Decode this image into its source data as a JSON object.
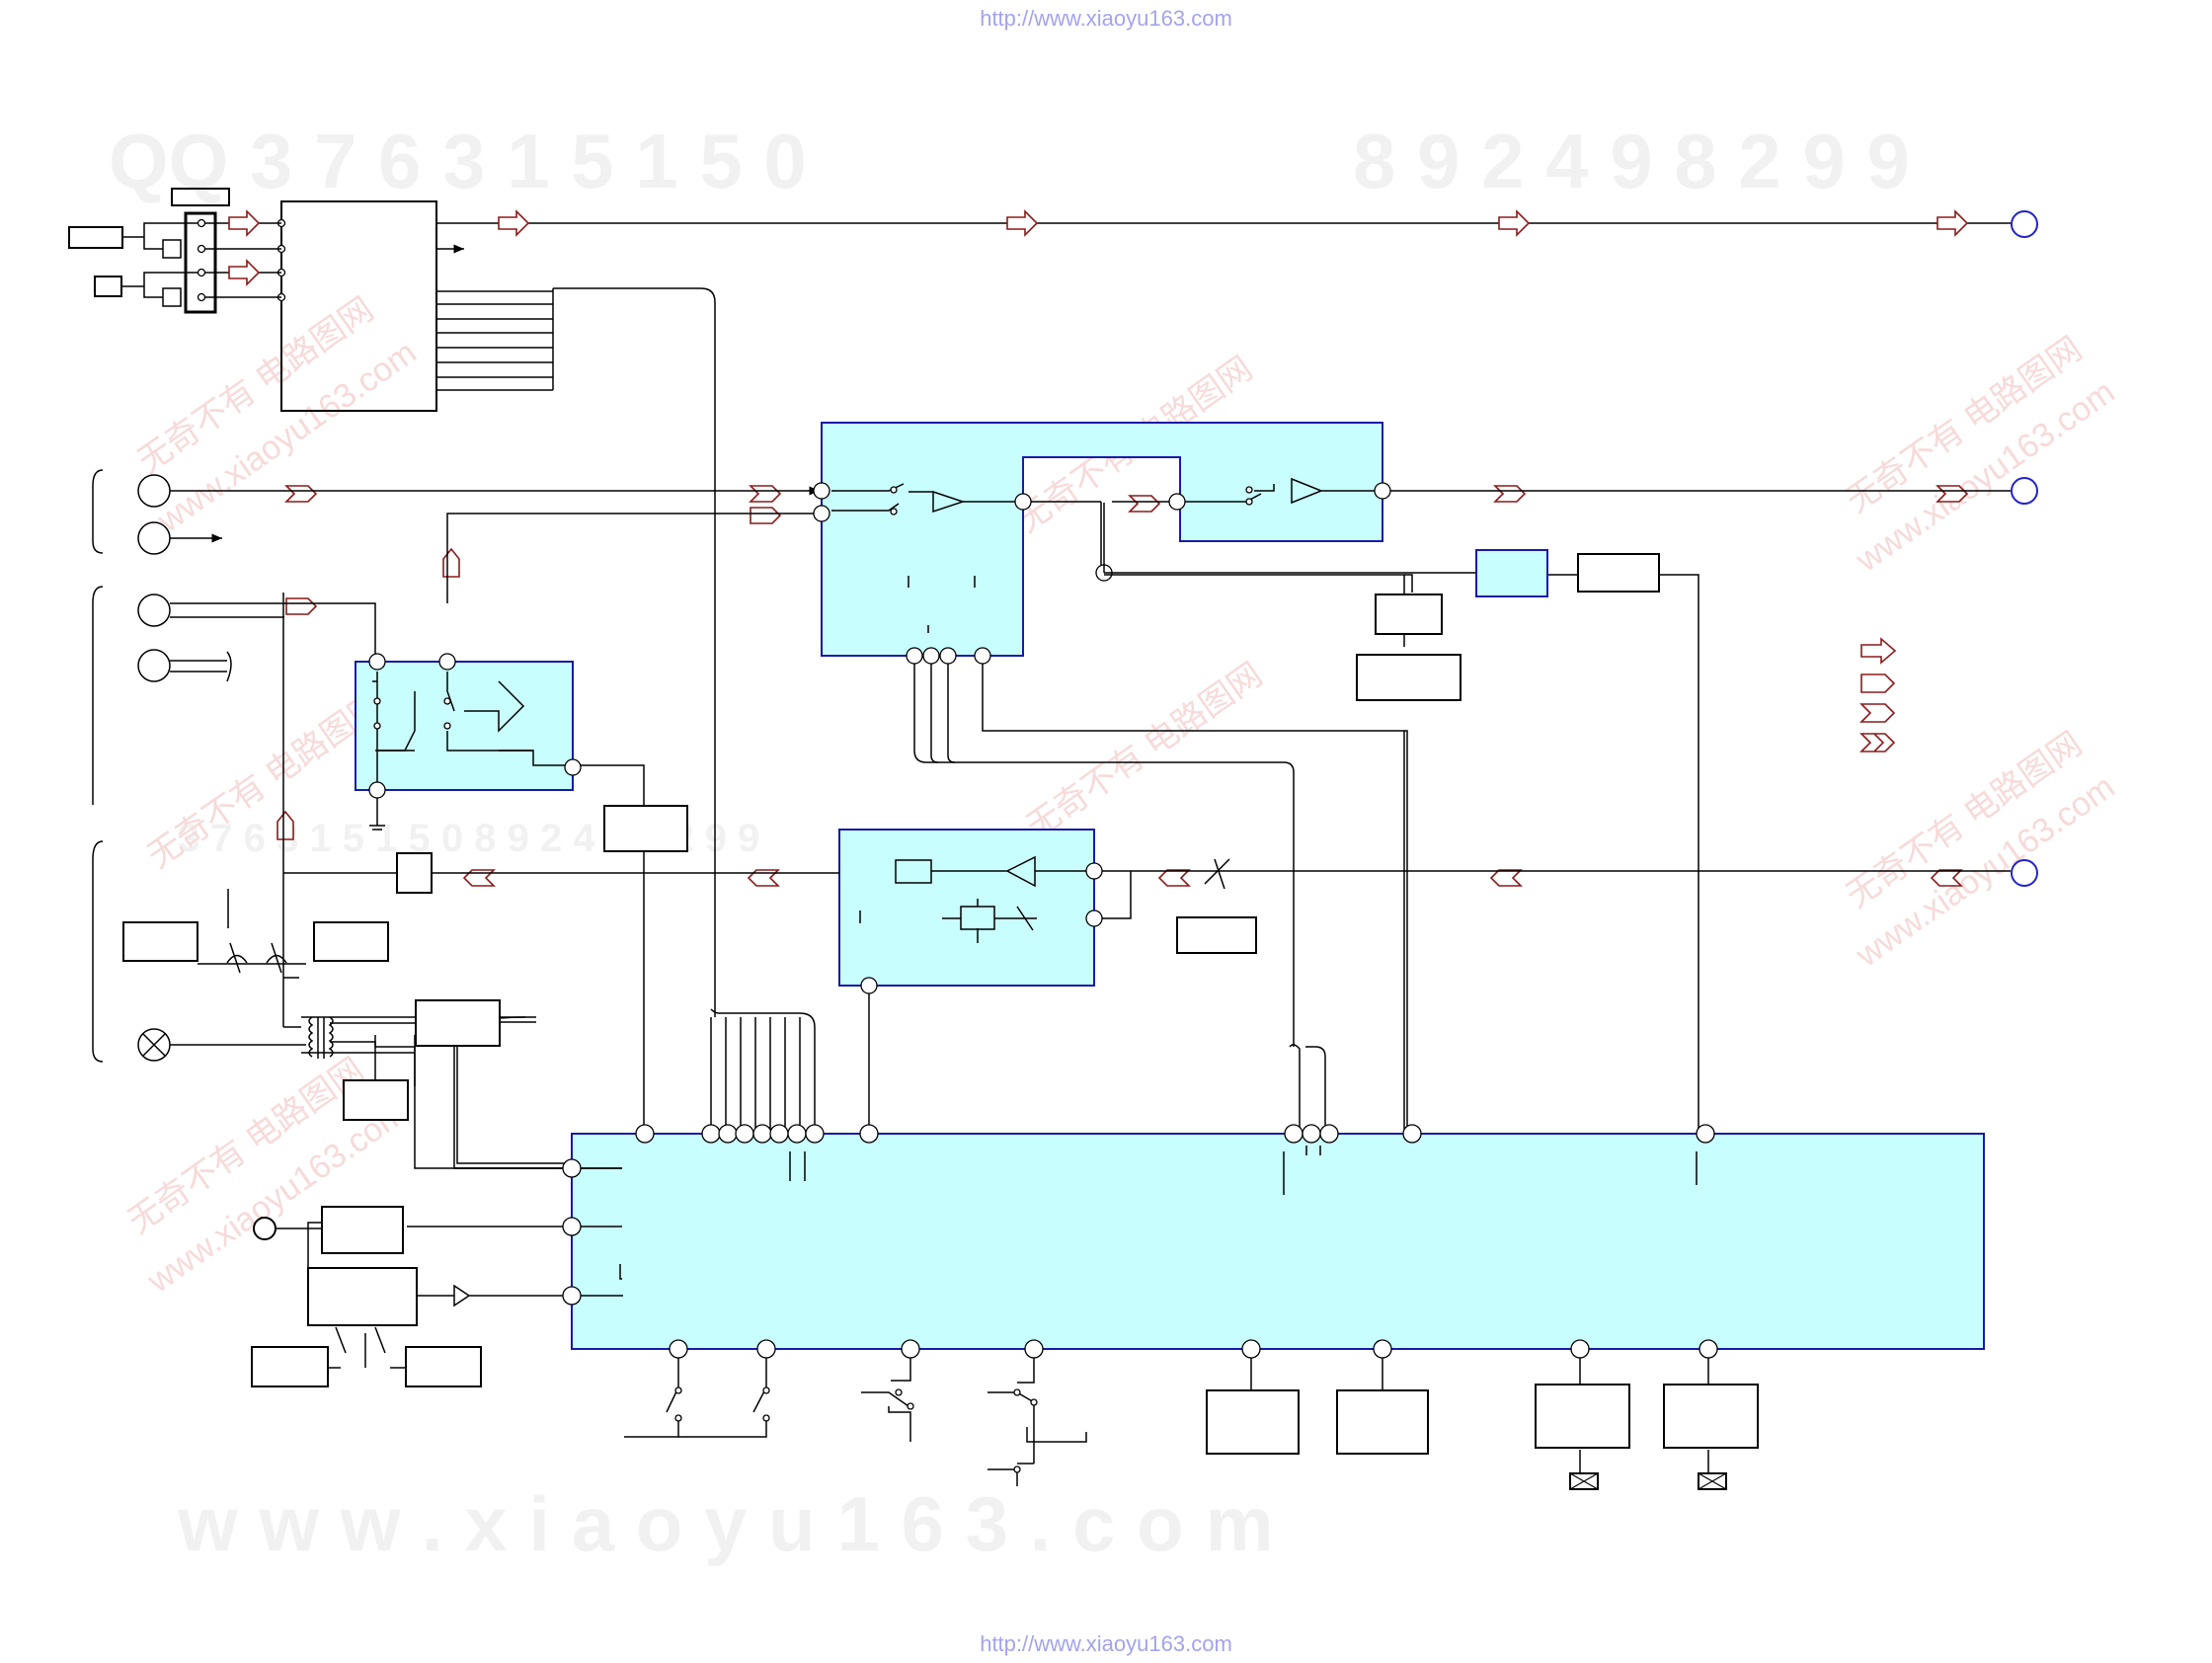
{
  "header_url": "http://www.xiaoyu163.com",
  "footer_url": "http://www.xiaoyu163.com",
  "watermarks": {
    "qq_line": "QQ  3 7 6 3 1 5 1 5 0",
    "number_line": "8 9 2 4 9 8 2 9 9",
    "mid_line": "3 7 6 3 1 5 1 5 0   8 9 2 4 9 8 2 9 9",
    "site_line": "w w w . x i a o y u 1 6 3 . c o m",
    "stamp_cn": "无奇不有 电路图网",
    "stamp_url": "www.xiaoyu163.com"
  },
  "colors": {
    "ic_fill": "#c8fefe",
    "ic_border": "#1a1aa8",
    "signal_arrow": "#8b1a1a",
    "terminal": "#2222cc",
    "wire": "#000000"
  },
  "legend_arrows": [
    "hollow-arrow-icon",
    "open-arrow-icon",
    "notched-arrow-icon",
    "double-open-arrow-icon"
  ]
}
